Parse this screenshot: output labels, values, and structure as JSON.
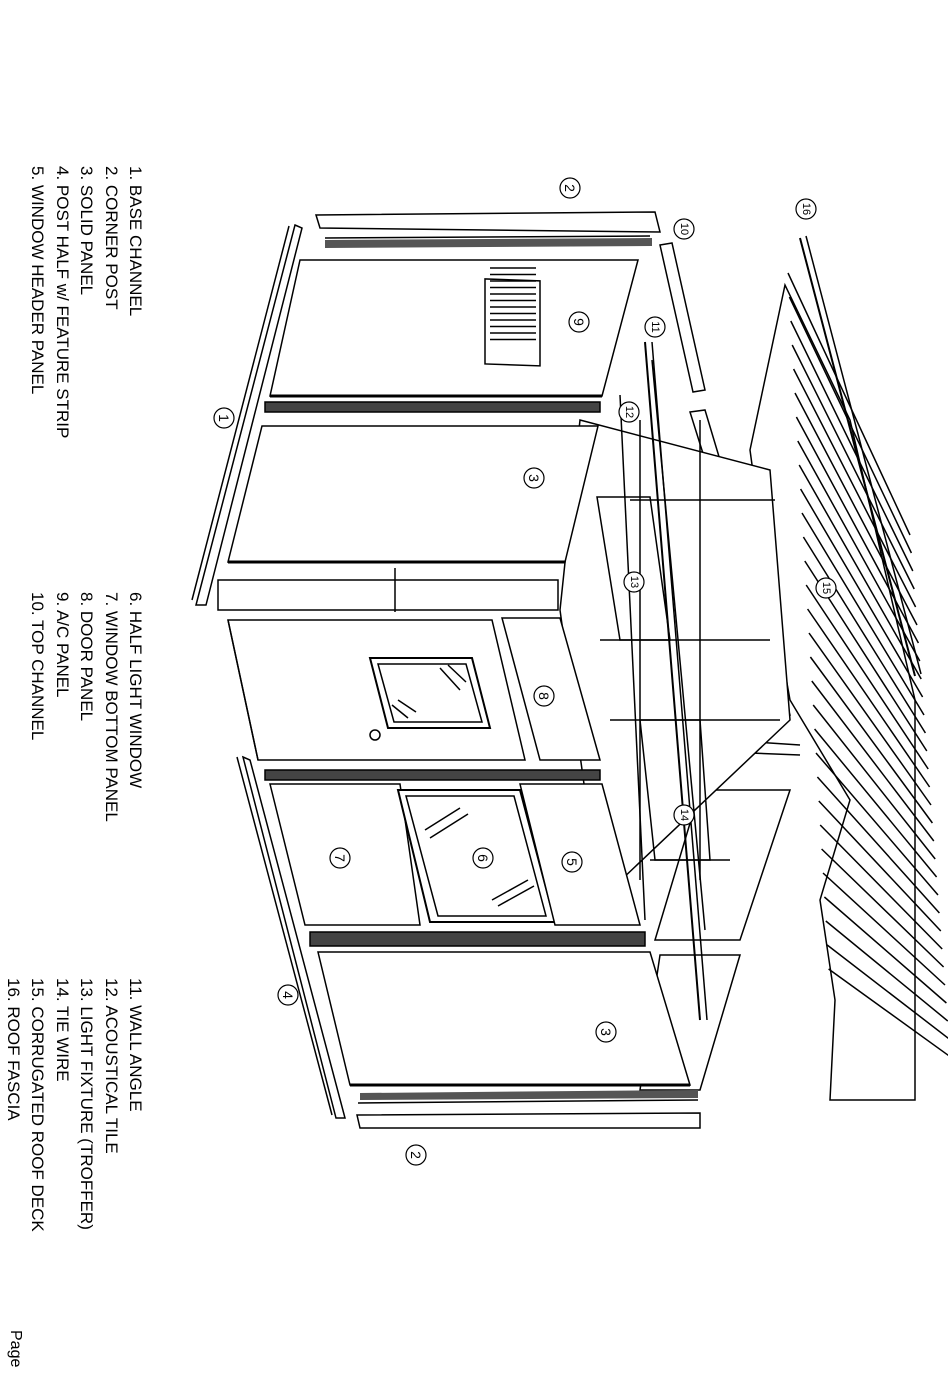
{
  "legend": {
    "column_1": [
      "1. BASE CHANNEL",
      "2. CORNER POST",
      "3. SOLID PANEL",
      "4. POST HALF w/ FEATURE STRIP",
      "5. WINDOW HEADER PANEL"
    ],
    "column_2": [
      "6. HALF LIGHT WINDOW",
      "7. WINDOW BOTTOM PANEL",
      "8. DOOR PANEL",
      "9. A/C PANEL",
      "10. TOP CHANNEL"
    ],
    "column_3": [
      "11. WALL ANGLE",
      "12. ACOUSTICAL TILE",
      "13. LIGHT FIXTURE (TROFFER)",
      "14. TIE WIRE",
      "15. CORRUGATED ROOF DECK",
      "16. ROOF FASCIA"
    ]
  },
  "callouts": [
    "1",
    "2",
    "2",
    "3",
    "3",
    "4",
    "5",
    "6",
    "7",
    "8",
    "9",
    "10",
    "11",
    "12",
    "13",
    "14",
    "15",
    "16"
  ],
  "page_label": "Page"
}
